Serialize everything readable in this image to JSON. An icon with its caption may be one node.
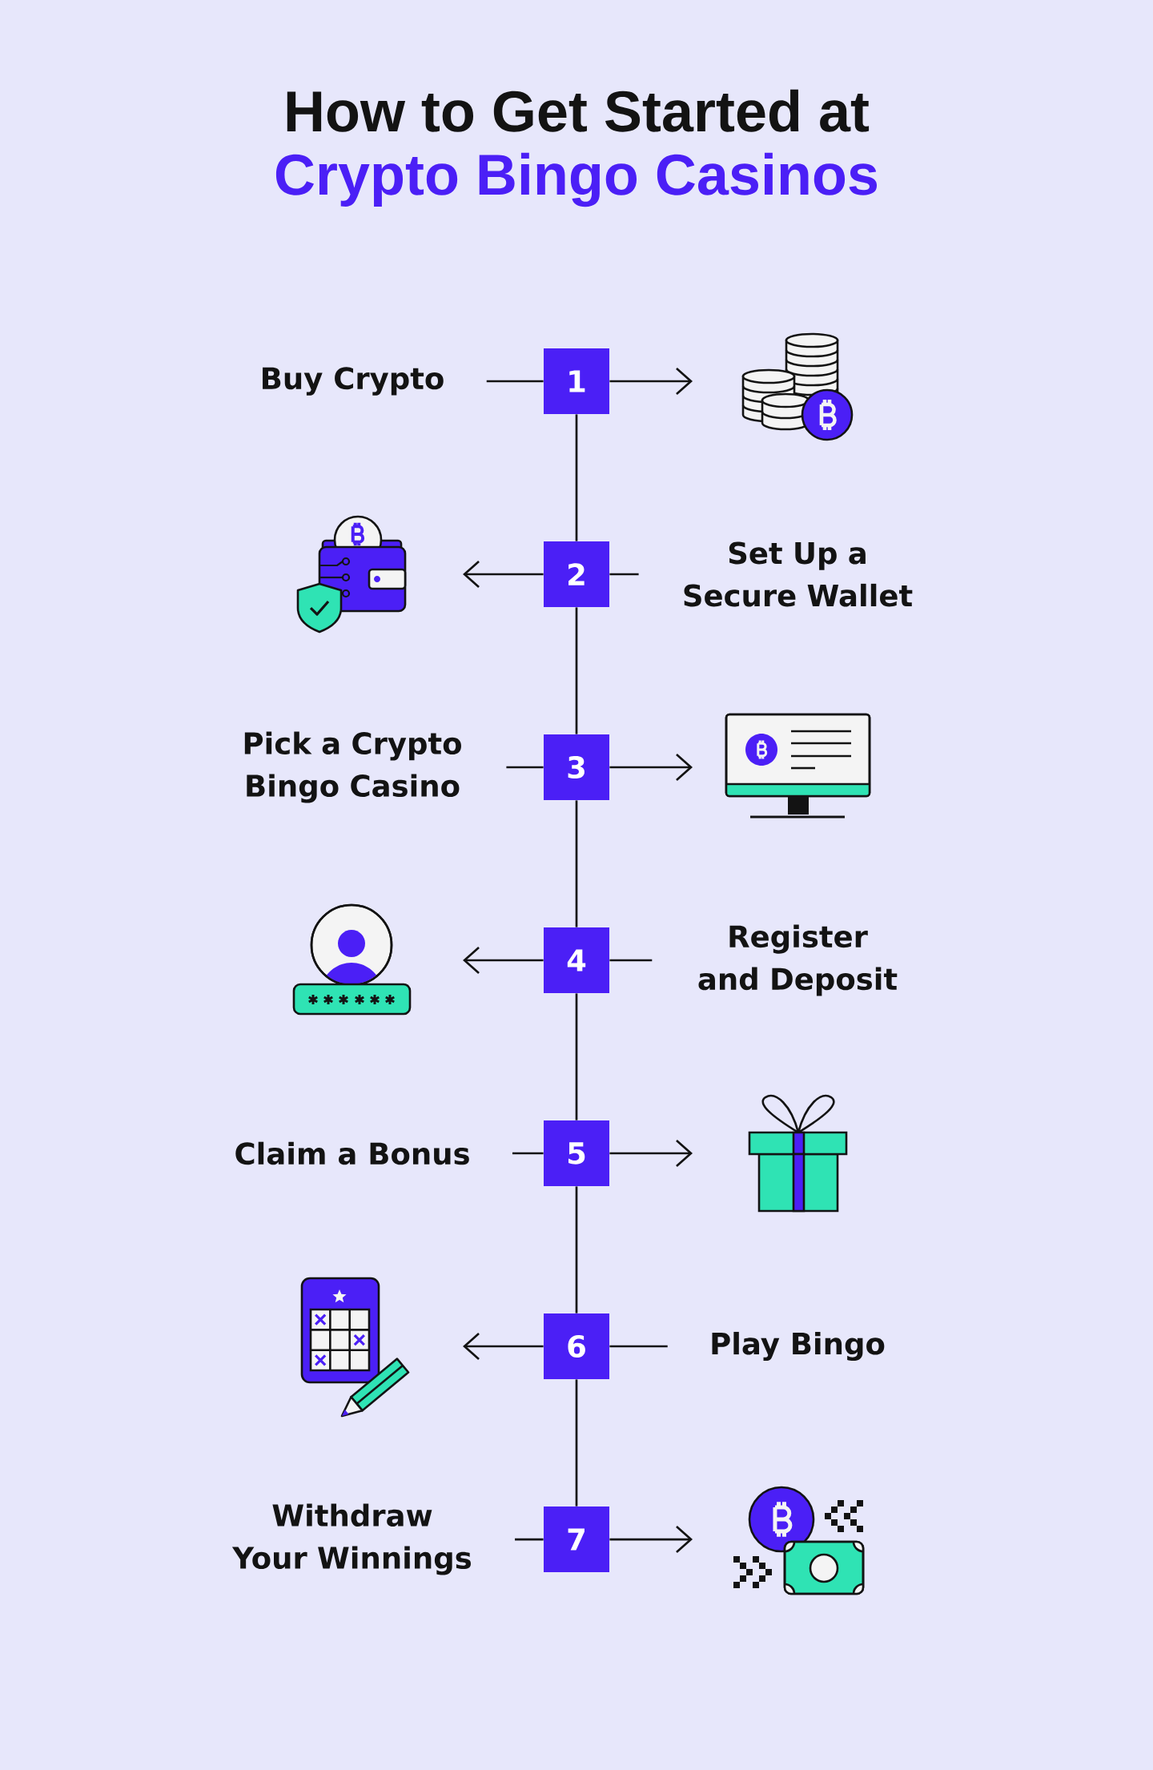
{
  "diagram": {
    "title": "How to Get Started at Crypto Bingo Casinos",
    "nodes": [
      {
        "text": [
          "Buy Crypto"
        ]
      },
      {
        "text": [
          "1"
        ]
      },
      {
        "text": [],
        "shape": "picture"
      },
      {
        "text": [],
        "shape": "picture"
      },
      {
        "text": [
          "2"
        ]
      },
      {
        "text": [
          "Set Up a Secure Wallet"
        ]
      },
      {
        "text": [
          "Pick a Crypto Bingo Casino"
        ]
      },
      {
        "text": [
          "3"
        ]
      },
      {
        "text": [],
        "shape": "picture"
      },
      {
        "text": [],
        "shape": "picture"
      },
      {
        "text": [
          "4"
        ]
      },
      {
        "text": [
          "Register and Deposit"
        ]
      },
      {
        "text": [
          "Claim a Bonus"
        ]
      },
      {
        "text": [
          "5"
        ]
      },
      {
        "text": [],
        "shape": "picture"
      },
      {
        "text": [],
        "shape": "picture"
      },
      {
        "text": [
          "6"
        ]
      },
      {
        "text": [
          "Play Bingo"
        ]
      },
      {
        "text": [
          "Withdraw Your Winnings"
        ]
      },
      {
        "text": [
          "7"
        ]
      },
      {
        "text": [],
        "shape": "picture"
      }
    ],
    "edges": [
      {
        "from": 0,
        "to": 1,
        "arrow": "none"
      },
      {
        "from": 1,
        "to": 2,
        "arrow": "to"
      },
      {
        "from": 1,
        "to": 4,
        "arrow": "none"
      },
      {
        "from": 5,
        "to": 4,
        "arrow": "none"
      },
      {
        "from": 4,
        "to": 3,
        "arrow": "to"
      },
      {
        "from": 4,
        "to": 7,
        "arrow": "none"
      },
      {
        "from": 6,
        "to": 7,
        "arrow": "none"
      },
      {
        "from": 7,
        "to": 8,
        "arrow": "to"
      },
      {
        "from": 7,
        "to": 10,
        "arrow": "none"
      },
      {
        "from": 11,
        "to": 10,
        "arrow": "none"
      },
      {
        "from": 10,
        "to": 9,
        "arrow": "to"
      },
      {
        "from": 10,
        "to": 13,
        "arrow": "none"
      },
      {
        "from": 12,
        "to": 13,
        "arrow": "none"
      },
      {
        "from": 13,
        "to": 14,
        "arrow": "to"
      },
      {
        "from": 13,
        "to": 16,
        "arrow": "none"
      },
      {
        "from": 17,
        "to": 16,
        "arrow": "none"
      },
      {
        "from": 16,
        "to": 15,
        "arrow": "to"
      },
      {
        "from": 16,
        "to": 19,
        "arrow": "none"
      },
      {
        "from": 18,
        "to": 19,
        "arrow": "none"
      },
      {
        "from": 19,
        "to": 20,
        "arrow": "to"
      }
    ]
  }
}
